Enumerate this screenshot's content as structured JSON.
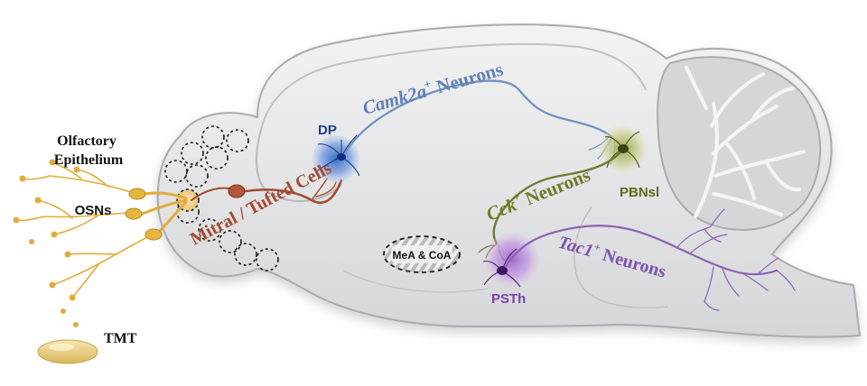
{
  "labels": {
    "olfactory_line1": "Olfactory",
    "olfactory_line2": "Epithelium",
    "osns": "OSNs",
    "tmt": "TMT",
    "dp": "DP",
    "mitral": "Mitral / Tufted Cells",
    "camk2a": "Camk2a",
    "camk2a_neurons": " Neurons",
    "cck": "Cck",
    "cck_neurons": " Neurons",
    "tac1": "Tac1",
    "tac1_neurons": " Neurons",
    "pbnsl": "PBNsl",
    "psth": "PSTh",
    "mea_coa": "MeA & CoA",
    "plus": "+"
  },
  "colors": {
    "brain_fill": "#e6e7e8",
    "brain_edge": "#a9abae",
    "cerebellum": "#cfd1d3",
    "osn_gold": "#e0ad3a",
    "mitral_red": "#a24a31",
    "camk2a_blue": "#6f8fc0",
    "dp_glow": "#3c73c8",
    "cck_olive": "#6f7a28",
    "pbnsl_glow": "#8f9a3a",
    "tac1_purple": "#8a63b4",
    "psth_glow": "#a874d0",
    "mea_hatch": "#9a9a9a"
  },
  "icons": [
    "olfactory-neuron-icon",
    "mitral-cell-icon",
    "pyramidal-neuron-icon",
    "tmt-drop-icon"
  ]
}
